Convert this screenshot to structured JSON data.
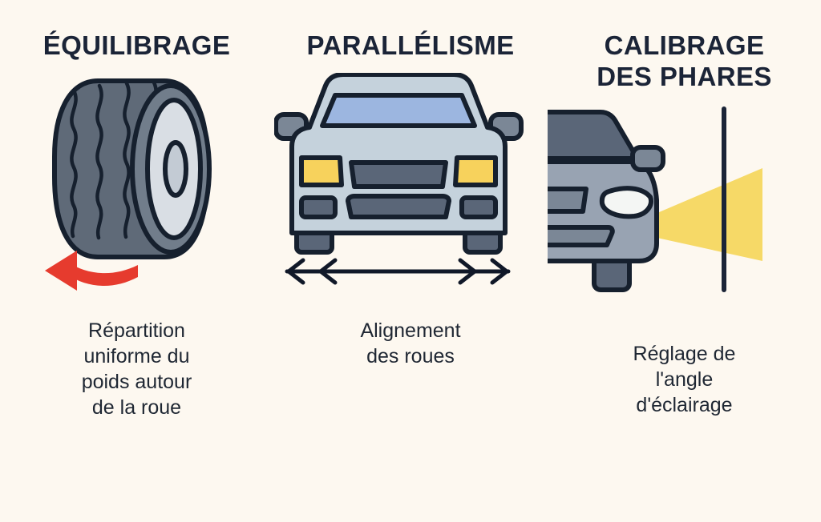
{
  "background_color": "#fdf8f0",
  "heading_color": "#1b2437",
  "caption_color": "#1f2733",
  "palette": {
    "tire_tread": "#5f6a78",
    "tire_tread_light": "#717d8b",
    "rim_light": "#d9dee4",
    "outline_dark": "#16202e",
    "arrow_red": "#e63b2e",
    "car_body_light": "#c5d2dc",
    "car_glass_blue": "#9cb6e0",
    "headlight_yellow": "#f7d25c",
    "grille_dark": "#5a6678",
    "car_roof_dark": "#5a6678",
    "car_lower_gray": "#98a3b2",
    "beam_yellow": "#f6d967",
    "wall_line": "#1b2437"
  },
  "columns": [
    {
      "id": "equilibrage",
      "heading": "ÉQUILIBRAGE",
      "caption": "Répartition\nuniforme du\npoids autour\nde la roue",
      "illustration": "tire-with-rotation-arrow",
      "icons": [
        "tire-icon",
        "rotation-arrow-icon"
      ]
    },
    {
      "id": "parallelisme",
      "heading": "PARALLÉLISME",
      "caption": "Alignement\ndes roues",
      "illustration": "car-front-with-width-arrow",
      "icons": [
        "car-front-icon",
        "double-arrow-icon"
      ]
    },
    {
      "id": "calibrage-des-phares",
      "heading": "CALIBRAGE\nDES PHARES",
      "caption": "Réglage de\nl'angle\nd'éclairage",
      "illustration": "car-headlight-beam-on-wall",
      "icons": [
        "car-side-icon",
        "headlight-beam-icon",
        "wall-line-icon"
      ]
    }
  ]
}
